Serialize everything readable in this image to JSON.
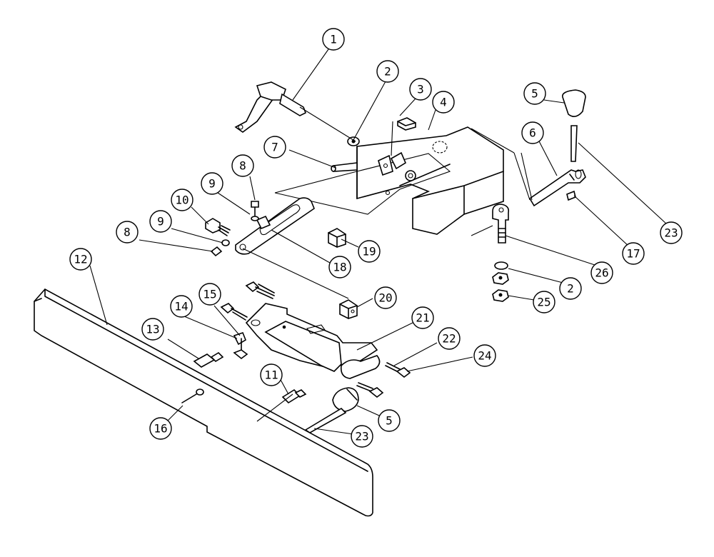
{
  "callouts": [
    "1",
    "2",
    "3",
    "4",
    "5",
    "6",
    "7",
    "8",
    "9",
    "10",
    "11",
    "12",
    "13",
    "14",
    "15",
    "16",
    "17",
    "18",
    "19",
    "20",
    "21",
    "22",
    "23",
    "24",
    "25",
    "26",
    "2",
    "23",
    "5",
    "9",
    "8"
  ]
}
